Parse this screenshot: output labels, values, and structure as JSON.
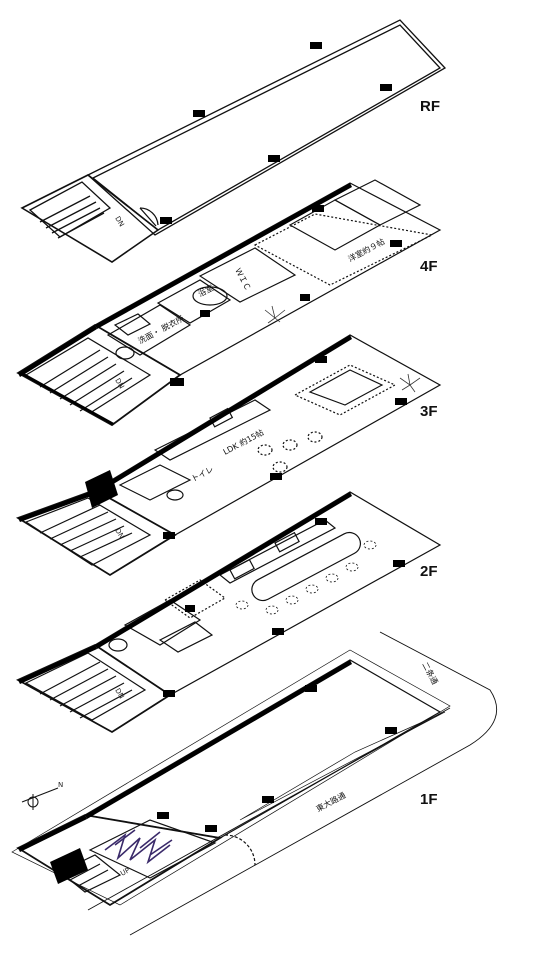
{
  "floors": {
    "rf": {
      "label": "RF"
    },
    "f4": {
      "label": "4F",
      "rooms": {
        "bedroom": "洋室約９帖",
        "closet": "ＷＩＣ",
        "bath": "浴室",
        "washroom": "洗面・\n脱衣所"
      }
    },
    "f3": {
      "label": "3F",
      "rooms": {
        "ldk": "LDK 約15帖",
        "toilet": "トイレ"
      }
    },
    "f2": {
      "label": "2F"
    },
    "f1": {
      "label": "1F",
      "street_main": "東大路通",
      "street_side": "二条通"
    }
  },
  "stair_labels": {
    "up": "UP",
    "dn": "DN"
  },
  "compass": {
    "north": "N"
  },
  "colors": {
    "line": "#111111",
    "wall": "#000000",
    "plant": "#3a2a6a"
  }
}
